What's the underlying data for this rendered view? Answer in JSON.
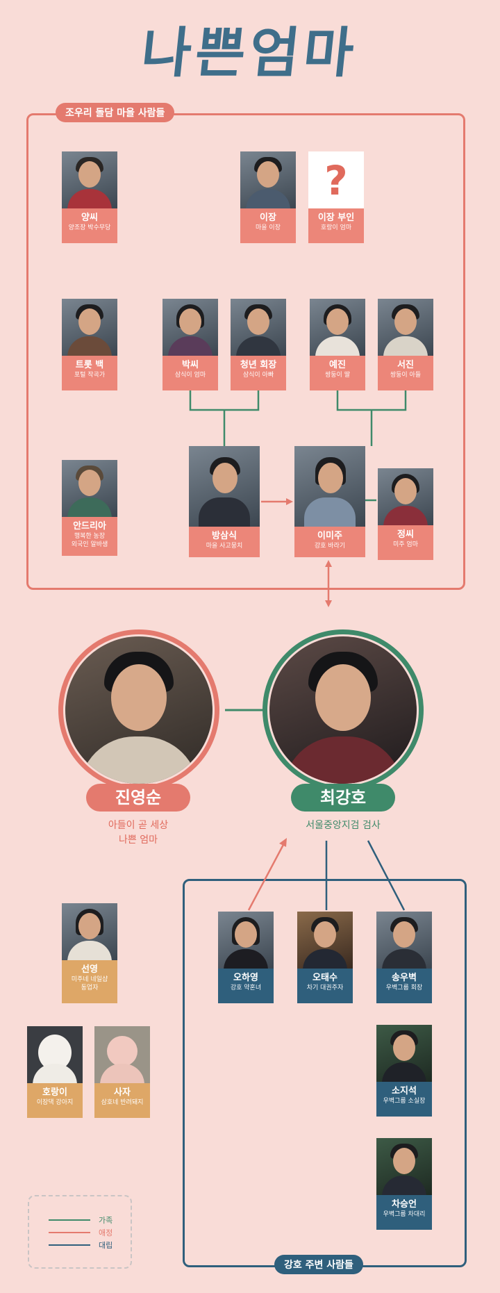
{
  "title": "나쁜엄마",
  "colors": {
    "family": "#3f8a6a",
    "affection": "#e47a6e",
    "conflict": "#2f5f7c",
    "village_box": "#e47a6e",
    "kangho_box": "#2f5f7c",
    "gold": "#dea767"
  },
  "village_group": {
    "label": "조우리 돌담 마을 사람들"
  },
  "kangho_group": {
    "label": "강호 주변 사람들"
  },
  "people": {
    "yang": {
      "name": "양씨",
      "desc": "양조장 박수무당"
    },
    "ijang": {
      "name": "이장",
      "desc": "마을 이장"
    },
    "ijang_wife": {
      "name": "이장 부인",
      "desc": "호랑이 엄마",
      "photo_mark": "?"
    },
    "trot": {
      "name": "트롯 백",
      "desc": "포털 작곡가"
    },
    "park": {
      "name": "박씨",
      "desc": "삼식이 엄마"
    },
    "youth": {
      "name": "청년 회장",
      "desc": "삼식이 아빠"
    },
    "yejin": {
      "name": "예진",
      "desc": "쌍둥이 딸"
    },
    "seojin": {
      "name": "서진",
      "desc": "쌍둥이 아들"
    },
    "andrea": {
      "name": "안드리아",
      "desc1": "행복한 농장",
      "desc2": "외국인 알바생"
    },
    "bangsamsik": {
      "name": "방삼식",
      "desc": "마을 사고뭉치"
    },
    "imiju": {
      "name": "이미주",
      "desc": "강호 바라기"
    },
    "jeong": {
      "name": "정씨",
      "desc": "미주 엄마"
    },
    "seonyoung": {
      "name": "선영",
      "desc1": "미주네 네일샵",
      "desc2": "동업자"
    },
    "horangi": {
      "name": "호랑이",
      "desc": "이장댁 강아지"
    },
    "saja": {
      "name": "사자",
      "desc": "삼호네 반려돼지"
    },
    "ohayoung": {
      "name": "오하영",
      "desc": "강호 약혼녀"
    },
    "ohtaesu": {
      "name": "오태수",
      "desc": "차기 대권주자"
    },
    "songwoobyeok": {
      "name": "송우벽",
      "desc": "우벽그룹 회장"
    },
    "sojiseok": {
      "name": "소지석",
      "desc": "우벽그룹 소실장"
    },
    "chaseungeon": {
      "name": "차승언",
      "desc": "우벽그룹 차대리"
    }
  },
  "mains": {
    "jinyoungsoon": {
      "name": "진영순",
      "desc1": "아들이 곧 세상",
      "desc2": "나쁜 엄마"
    },
    "choikangho": {
      "name": "최강호",
      "desc": "서울중앙지검 검사"
    }
  },
  "legend": [
    {
      "label": "가족",
      "color": "#3f8a6a"
    },
    {
      "label": "애정",
      "color": "#e47a6e"
    },
    {
      "label": "대립",
      "color": "#2f5f7c"
    }
  ]
}
